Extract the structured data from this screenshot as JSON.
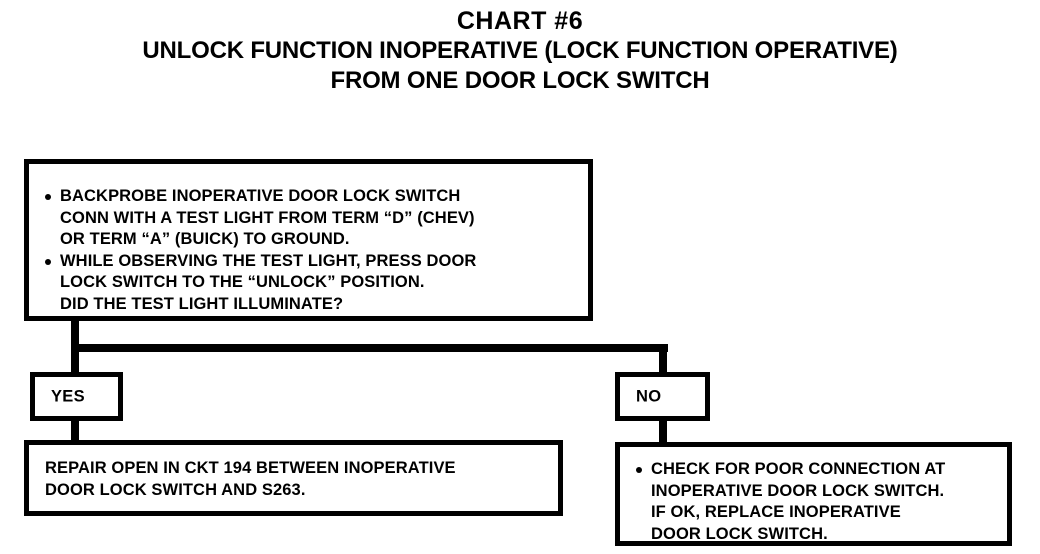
{
  "title": {
    "chart_number": "CHART #6",
    "line1": "UNLOCK FUNCTION INOPERATIVE (LOCK FUNCTION OPERATIVE)",
    "line2": "FROM ONE DOOR LOCK SWITCH"
  },
  "question_box": {
    "bullets": [
      "BACKPROBE INOPERATIVE DOOR LOCK SWITCH\nCONN WITH A TEST LIGHT FROM TERM “D” (CHEV)\nOR TERM “A” (BUICK) TO GROUND.",
      "WHILE OBSERVING THE TEST LIGHT, PRESS DOOR\nLOCK SWITCH TO THE “UNLOCK” POSITION.\nDID THE TEST LIGHT ILLUMINATE?"
    ]
  },
  "branches": {
    "yes_label": "YES",
    "no_label": "NO"
  },
  "result_left": {
    "text": "REPAIR OPEN IN CKT 194 BETWEEN INOPERATIVE\nDOOR LOCK SWITCH AND S263."
  },
  "result_right": {
    "bullets": [
      "CHECK FOR POOR CONNECTION AT\nINOPERATIVE DOOR LOCK SWITCH.\nIF OK, REPLACE INOPERATIVE\nDOOR LOCK SWITCH."
    ]
  },
  "colors": {
    "ink": "#000000",
    "paper": "#ffffff"
  }
}
